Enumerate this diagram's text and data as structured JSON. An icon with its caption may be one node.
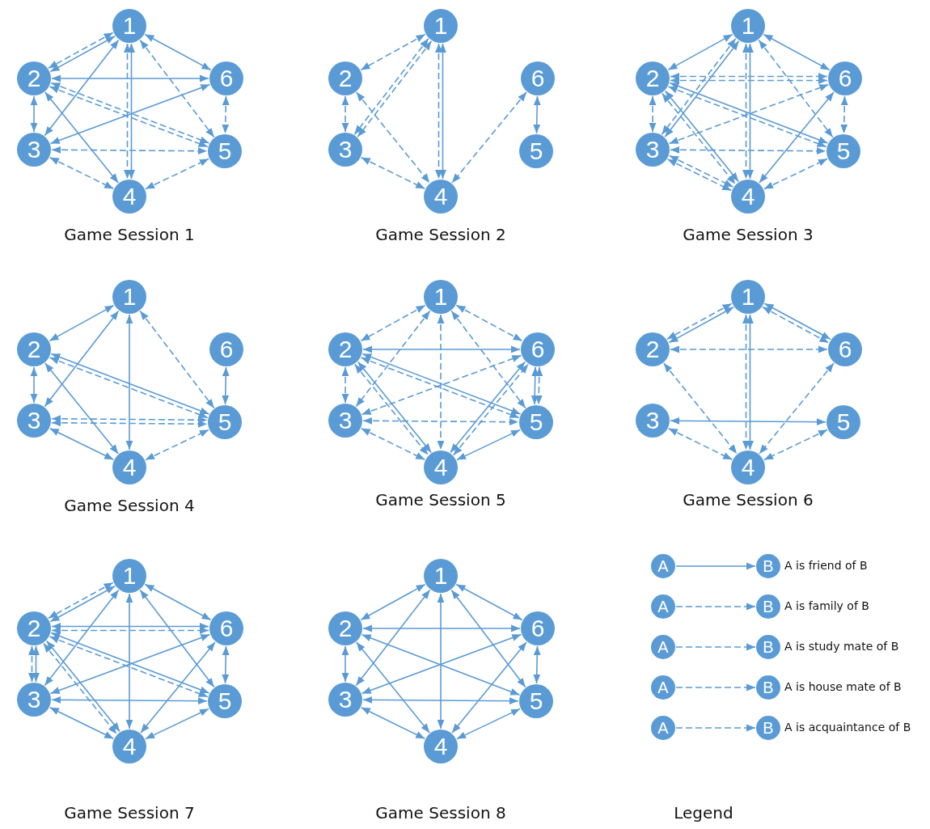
{
  "diagram": {
    "nodes": [
      {
        "text": [
          "1"
        ]
      },
      {
        "text": [
          "2"
        ]
      },
      {
        "text": [
          "3"
        ]
      },
      {
        "text": [
          "4"
        ]
      },
      {
        "text": [
          "5"
        ]
      },
      {
        "text": [
          "6"
        ]
      },
      {
        "text": [
          "1"
        ]
      },
      {
        "text": [
          "2"
        ]
      },
      {
        "text": [
          "3"
        ]
      },
      {
        "text": [
          "4"
        ]
      },
      {
        "text": [
          "5"
        ]
      },
      {
        "text": [
          "6"
        ]
      },
      {
        "text": [
          "1"
        ]
      },
      {
        "text": [
          "2"
        ]
      },
      {
        "text": [
          "3"
        ]
      },
      {
        "text": [
          "4"
        ]
      },
      {
        "text": [
          "5"
        ]
      },
      {
        "text": [
          "6"
        ]
      },
      {
        "text": [
          "1"
        ]
      },
      {
        "text": [
          "2"
        ]
      },
      {
        "text": [
          "3"
        ]
      },
      {
        "text": [
          "4"
        ]
      },
      {
        "text": [
          "5"
        ]
      },
      {
        "text": [
          "6"
        ]
      },
      {
        "text": [
          "1"
        ]
      },
      {
        "text": [
          "2"
        ]
      },
      {
        "text": [
          "3"
        ]
      },
      {
        "text": [
          "4"
        ]
      },
      {
        "text": [
          "5"
        ]
      },
      {
        "text": [
          "6"
        ]
      },
      {
        "text": [
          "1"
        ]
      },
      {
        "text": [
          "2"
        ]
      },
      {
        "text": [
          "3"
        ]
      },
      {
        "text": [
          "4"
        ]
      },
      {
        "text": [
          "5"
        ]
      },
      {
        "text": [
          "6"
        ]
      },
      {
        "text": [
          "1"
        ]
      },
      {
        "text": [
          "2"
        ]
      },
      {
        "text": [
          "3"
        ]
      },
      {
        "text": [
          "4"
        ]
      },
      {
        "text": [
          "5"
        ]
      },
      {
        "text": [
          "6"
        ]
      },
      {
        "text": [
          "1"
        ]
      },
      {
        "text": [
          "2"
        ]
      },
      {
        "text": [
          "3"
        ]
      },
      {
        "text": [
          "4"
        ]
      },
      {
        "text": [
          "5"
        ]
      },
      {
        "text": [
          "6"
        ]
      },
      {
        "text": [
          "A"
        ]
      },
      {
        "text": [
          "B"
        ]
      },
      {
        "text": [
          "A"
        ]
      },
      {
        "text": [
          "B"
        ]
      },
      {
        "text": [
          "A"
        ]
      },
      {
        "text": [
          "B"
        ]
      },
      {
        "text": [
          "A"
        ]
      },
      {
        "text": [
          "B"
        ]
      },
      {
        "text": [
          "A"
        ]
      },
      {
        "text": [
          "B"
        ]
      }
    ],
    "edges": [
      {
        "from": 0,
        "to": 1,
        "arrow": "both"
      },
      {
        "from": 0,
        "to": 1,
        "arrow": "both",
        "style": "dashed"
      },
      {
        "from": 0,
        "to": 5,
        "arrow": "both"
      },
      {
        "from": 0,
        "to": 2,
        "arrow": "both"
      },
      {
        "from": 0,
        "to": 3,
        "arrow": "both"
      },
      {
        "from": 0,
        "to": 3,
        "arrow": "both",
        "style": "dashed"
      },
      {
        "from": 0,
        "to": 4,
        "arrow": "both",
        "style": "dashed"
      },
      {
        "from": 1,
        "to": 5,
        "arrow": "both"
      },
      {
        "from": 1,
        "to": 2,
        "arrow": "both"
      },
      {
        "from": 1,
        "to": 3,
        "arrow": "both"
      },
      {
        "from": 1,
        "to": 4,
        "arrow": "both",
        "style": "dashed"
      },
      {
        "from": 1,
        "to": 4,
        "arrow": "both",
        "style": "dashed"
      },
      {
        "from": 2,
        "to": 5,
        "arrow": "both"
      },
      {
        "from": 2,
        "to": 4,
        "arrow": "both",
        "style": "dashed"
      },
      {
        "from": 2,
        "to": 3,
        "arrow": "both",
        "style": "dashed"
      },
      {
        "from": 3,
        "to": 4,
        "arrow": "both",
        "style": "dashed"
      },
      {
        "from": 5,
        "to": 4,
        "arrow": "both",
        "style": "dashed"
      },
      {
        "from": 6,
        "to": 7,
        "arrow": "both",
        "style": "dashed"
      },
      {
        "from": 6,
        "to": 8,
        "arrow": "both",
        "style": "dashed"
      },
      {
        "from": 6,
        "to": 8,
        "arrow": "both",
        "style": "dashed"
      },
      {
        "from": 6,
        "to": 9,
        "arrow": "both"
      },
      {
        "from": 6,
        "to": 9,
        "arrow": "both",
        "style": "dashed"
      },
      {
        "from": 7,
        "to": 8,
        "arrow": "both",
        "style": "dashed"
      },
      {
        "from": 7,
        "to": 9,
        "arrow": "both",
        "style": "dashed"
      },
      {
        "from": 8,
        "to": 9,
        "arrow": "both",
        "style": "dashed"
      },
      {
        "from": 11,
        "to": 9,
        "arrow": "both",
        "style": "dashed"
      },
      {
        "from": 11,
        "to": 10,
        "arrow": "both"
      },
      {
        "from": 12,
        "to": 13,
        "arrow": "both"
      },
      {
        "from": 12,
        "to": 17,
        "arrow": "both"
      },
      {
        "from": 12,
        "to": 14,
        "arrow": "both"
      },
      {
        "from": 12,
        "to": 14,
        "arrow": "both",
        "style": "dashed"
      },
      {
        "from": 12,
        "to": 15,
        "arrow": "both"
      },
      {
        "from": 12,
        "to": 15,
        "arrow": "both",
        "style": "dashed"
      },
      {
        "from": 12,
        "to": 16,
        "arrow": "both",
        "style": "dashed"
      },
      {
        "from": 13,
        "to": 17,
        "arrow": "both",
        "style": "dashed"
      },
      {
        "from": 13,
        "to": 17,
        "arrow": "both",
        "style": "dashed"
      },
      {
        "from": 13,
        "to": 14,
        "arrow": "both",
        "style": "dashed"
      },
      {
        "from": 13,
        "to": 16,
        "arrow": "both"
      },
      {
        "from": 13,
        "to": 16,
        "arrow": "both",
        "style": "dashed"
      },
      {
        "from": 13,
        "to": 15,
        "arrow": "both"
      },
      {
        "from": 13,
        "to": 15,
        "arrow": "both",
        "style": "dashed"
      },
      {
        "from": 14,
        "to": 17,
        "arrow": "both",
        "style": "dashed"
      },
      {
        "from": 14,
        "to": 16,
        "arrow": "both",
        "style": "dashed"
      },
      {
        "from": 14,
        "to": 15,
        "arrow": "both",
        "style": "dashed"
      },
      {
        "from": 14,
        "to": 15,
        "arrow": "both",
        "style": "dashed"
      },
      {
        "from": 15,
        "to": 17,
        "arrow": "both"
      },
      {
        "from": 15,
        "to": 16,
        "arrow": "both",
        "style": "dashed"
      },
      {
        "from": 17,
        "to": 16,
        "arrow": "both",
        "style": "dashed"
      },
      {
        "from": 18,
        "to": 19,
        "arrow": "both"
      },
      {
        "from": 18,
        "to": 20,
        "arrow": "both"
      },
      {
        "from": 18,
        "to": 21,
        "arrow": "both"
      },
      {
        "from": 18,
        "to": 22,
        "arrow": "both",
        "style": "dashed"
      },
      {
        "from": 19,
        "to": 20,
        "arrow": "both"
      },
      {
        "from": 19,
        "to": 21,
        "arrow": "both"
      },
      {
        "from": 19,
        "to": 22,
        "arrow": "both"
      },
      {
        "from": 19,
        "to": 22,
        "arrow": "both",
        "style": "dashed"
      },
      {
        "from": 20,
        "to": 22,
        "arrow": "both",
        "style": "dashed"
      },
      {
        "from": 20,
        "to": 22,
        "arrow": "both",
        "style": "dashed"
      },
      {
        "from": 20,
        "to": 21,
        "arrow": "both"
      },
      {
        "from": 21,
        "to": 22,
        "arrow": "both",
        "style": "dashed"
      },
      {
        "from": 23,
        "to": 22,
        "arrow": "both"
      },
      {
        "from": 24,
        "to": 25,
        "arrow": "both",
        "style": "dashed"
      },
      {
        "from": 24,
        "to": 29,
        "arrow": "both",
        "style": "dashed"
      },
      {
        "from": 24,
        "to": 26,
        "arrow": "both",
        "style": "dashed"
      },
      {
        "from": 24,
        "to": 27,
        "arrow": "both",
        "style": "dashed"
      },
      {
        "from": 24,
        "to": 28,
        "arrow": "both",
        "style": "dashed"
      },
      {
        "from": 25,
        "to": 29,
        "arrow": "both"
      },
      {
        "from": 25,
        "to": 26,
        "arrow": "both",
        "style": "dashed"
      },
      {
        "from": 25,
        "to": 28,
        "arrow": "both"
      },
      {
        "from": 25,
        "to": 28,
        "arrow": "both",
        "style": "dashed"
      },
      {
        "from": 25,
        "to": 27,
        "arrow": "both"
      },
      {
        "from": 25,
        "to": 27,
        "arrow": "both",
        "style": "dashed"
      },
      {
        "from": 26,
        "to": 29,
        "arrow": "both",
        "style": "dashed"
      },
      {
        "from": 26,
        "to": 28,
        "arrow": "both",
        "style": "dashed"
      },
      {
        "from": 26,
        "to": 27,
        "arrow": "both",
        "style": "dashed"
      },
      {
        "from": 27,
        "to": 29,
        "arrow": "both"
      },
      {
        "from": 27,
        "to": 29,
        "arrow": "both",
        "style": "dashed"
      },
      {
        "from": 27,
        "to": 28,
        "arrow": "both"
      },
      {
        "from": 29,
        "to": 28,
        "arrow": "both"
      },
      {
        "from": 29,
        "to": 28,
        "arrow": "both",
        "style": "dashed"
      },
      {
        "from": 30,
        "to": 31,
        "arrow": "both"
      },
      {
        "from": 30,
        "to": 31,
        "arrow": "both",
        "style": "dashed"
      },
      {
        "from": 30,
        "to": 35,
        "arrow": "both"
      },
      {
        "from": 30,
        "to": 35,
        "arrow": "both",
        "style": "dashed"
      },
      {
        "from": 30,
        "to": 33,
        "arrow": "both"
      },
      {
        "from": 30,
        "to": 33,
        "arrow": "both",
        "style": "dashed"
      },
      {
        "from": 31,
        "to": 35,
        "arrow": "both",
        "style": "dashed"
      },
      {
        "from": 31,
        "to": 33,
        "arrow": "both",
        "style": "dashed"
      },
      {
        "from": 32,
        "to": 34,
        "arrow": "both"
      },
      {
        "from": 32,
        "to": 33,
        "arrow": "both",
        "style": "dashed"
      },
      {
        "from": 35,
        "to": 33,
        "arrow": "both",
        "style": "dashed"
      },
      {
        "from": 34,
        "to": 33,
        "arrow": "both",
        "style": "dashed"
      },
      {
        "from": 36,
        "to": 37,
        "arrow": "both"
      },
      {
        "from": 36,
        "to": 37,
        "arrow": "both",
        "style": "dashed"
      },
      {
        "from": 36,
        "to": 41,
        "arrow": "both"
      },
      {
        "from": 36,
        "to": 38,
        "arrow": "both"
      },
      {
        "from": 36,
        "to": 39,
        "arrow": "both"
      },
      {
        "from": 36,
        "to": 40,
        "arrow": "both"
      },
      {
        "from": 37,
        "to": 41,
        "arrow": "both"
      },
      {
        "from": 37,
        "to": 41,
        "arrow": "both",
        "style": "dashed"
      },
      {
        "from": 37,
        "to": 38,
        "arrow": "both"
      },
      {
        "from": 37,
        "to": 38,
        "arrow": "both",
        "style": "dashed"
      },
      {
        "from": 37,
        "to": 40,
        "arrow": "both"
      },
      {
        "from": 37,
        "to": 40,
        "arrow": "both",
        "style": "dashed"
      },
      {
        "from": 37,
        "to": 39,
        "arrow": "both"
      },
      {
        "from": 37,
        "to": 39,
        "arrow": "both",
        "style": "dashed"
      },
      {
        "from": 38,
        "to": 41,
        "arrow": "both"
      },
      {
        "from": 38,
        "to": 40,
        "arrow": "both"
      },
      {
        "from": 38,
        "to": 39,
        "arrow": "both"
      },
      {
        "from": 39,
        "to": 41,
        "arrow": "both"
      },
      {
        "from": 39,
        "to": 40,
        "arrow": "both"
      },
      {
        "from": 41,
        "to": 40,
        "arrow": "both"
      },
      {
        "from": 42,
        "to": 43,
        "arrow": "both"
      },
      {
        "from": 42,
        "to": 47,
        "arrow": "both"
      },
      {
        "from": 42,
        "to": 44,
        "arrow": "both"
      },
      {
        "from": 42,
        "to": 45,
        "arrow": "both"
      },
      {
        "from": 42,
        "to": 46,
        "arrow": "both"
      },
      {
        "from": 43,
        "to": 47,
        "arrow": "both"
      },
      {
        "from": 43,
        "to": 44,
        "arrow": "both"
      },
      {
        "from": 43,
        "to": 46,
        "arrow": "both"
      },
      {
        "from": 43,
        "to": 45,
        "arrow": "both"
      },
      {
        "from": 44,
        "to": 47,
        "arrow": "both"
      },
      {
        "from": 44,
        "to": 46,
        "arrow": "both"
      },
      {
        "from": 44,
        "to": 45,
        "arrow": "both"
      },
      {
        "from": 45,
        "to": 47,
        "arrow": "both"
      },
      {
        "from": 45,
        "to": 46,
        "arrow": "both"
      },
      {
        "from": 47,
        "to": 46,
        "arrow": "both"
      },
      {
        "from": 48,
        "to": 49,
        "arrow": "to"
      },
      {
        "from": 50,
        "to": 51,
        "arrow": "to",
        "style": "dashed"
      },
      {
        "from": 52,
        "to": 53,
        "arrow": "to",
        "style": "dashed"
      },
      {
        "from": 54,
        "to": 55,
        "arrow": "to",
        "style": "dashed"
      },
      {
        "from": 56,
        "to": 57,
        "arrow": "to",
        "style": "dashed"
      }
    ],
    "labels": [
      "Game Session 1",
      "Game Session 2",
      "Game Session 3",
      "Game Session 4",
      "Game Session 5",
      "Game Session 6",
      "Game Session 7",
      "Game Session 8",
      "Legend"
    ],
    "legend": [
      {
        "text": "A is friend of B"
      },
      {
        "text": "A is family of B"
      },
      {
        "text": "A is study mate of B"
      },
      {
        "text": "A is house mate of B"
      },
      {
        "text": "A is acquaintance of B"
      }
    ]
  }
}
